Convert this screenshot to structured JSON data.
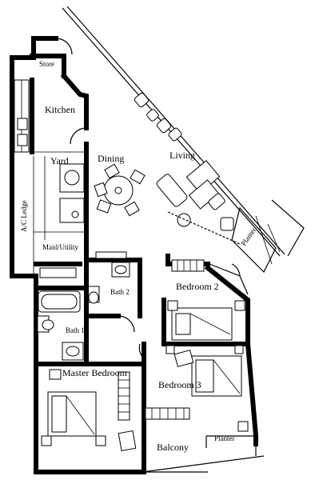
{
  "rooms": {
    "store": "Store",
    "kitchen": "Kitchen",
    "yard": "Yard",
    "dining": "Dining",
    "living": "Living",
    "ac_ledge": "A/C Ledge",
    "maid_utility": "Maid/Utility",
    "bath2": "Bath 2",
    "bedroom2": "Bedroom 2",
    "bath1": "Bath 1",
    "master_bedroom": "Master Bedroom",
    "bedroom3": "Bedroom 3",
    "planter_living": "Planter",
    "balcony": "Balcony",
    "planter_balcony": "Planter"
  }
}
